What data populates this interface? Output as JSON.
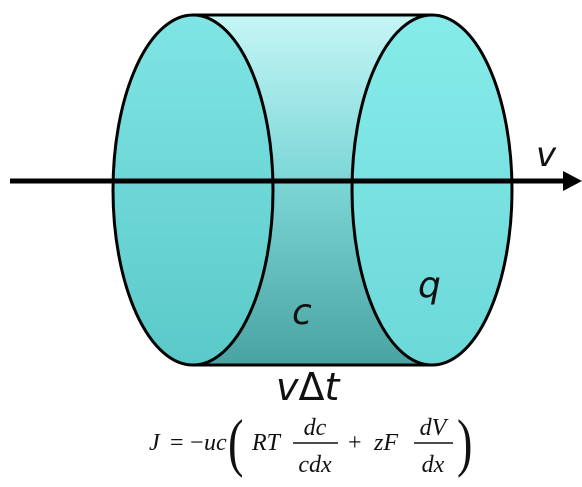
{
  "diagram": {
    "labels": {
      "velocity": "v",
      "charge": "q",
      "concentration": "c",
      "length_v": "v",
      "length_delta": "Δ",
      "length_t": "t"
    },
    "equation": {
      "lhs": "J",
      "equals": "=",
      "minus": "−",
      "coeff": "uc",
      "open_paren": "(",
      "term1_prefix": "RT",
      "frac1_num": "dc",
      "frac1_den": "cdx",
      "plus": "+",
      "term2_prefix": "zF",
      "frac2_num": "dV",
      "frac2_den": "dx",
      "close_paren": ")"
    },
    "colors": {
      "cap_fill": "#7fe5e4",
      "body_light": "#b8f2f2",
      "body_dark": "#4da6a6",
      "stroke": "#000000"
    }
  }
}
